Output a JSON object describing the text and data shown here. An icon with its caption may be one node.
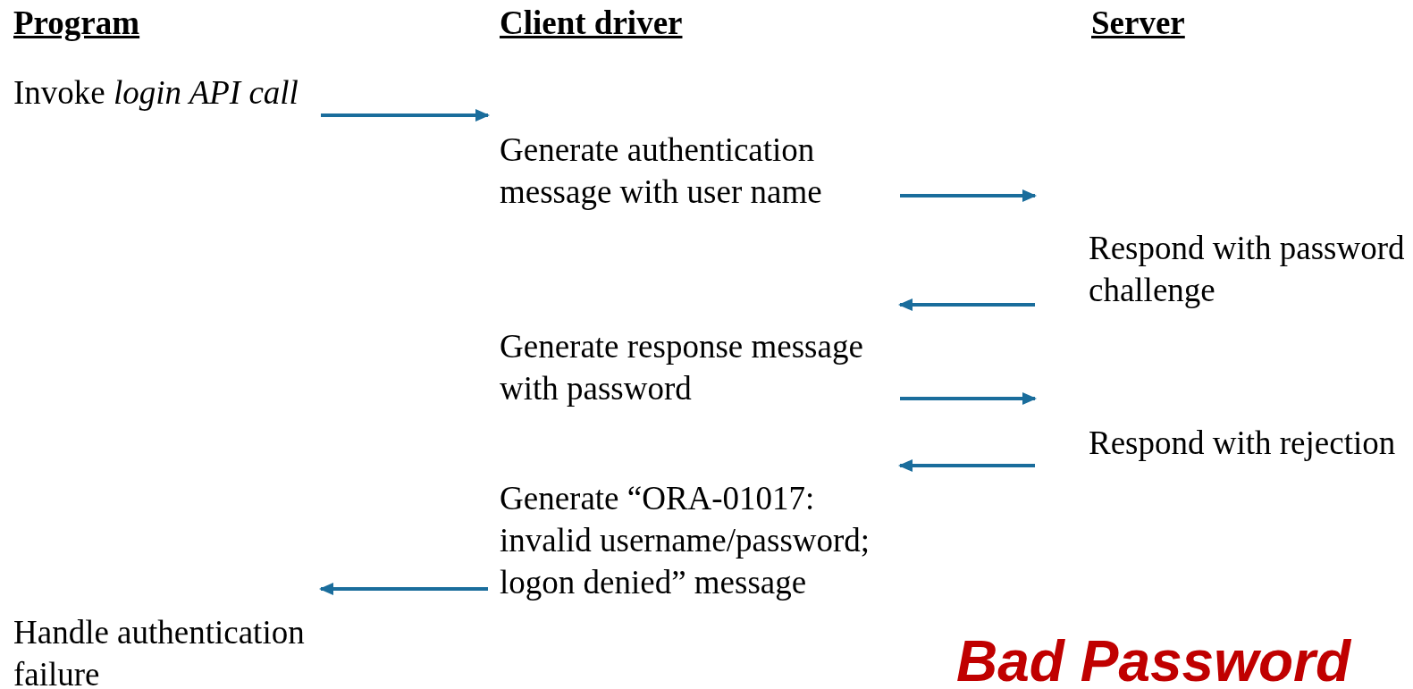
{
  "diagram": {
    "title": "Bad Password",
    "nodes": [
      {
        "text": [
          "Invoke *login API call*"
        ]
      },
      {
        "text": [
          "Generate authentication message with user name"
        ]
      },
      {
        "text": [
          "Respond with password challenge"
        ]
      },
      {
        "text": [
          "Generate response message with password"
        ]
      },
      {
        "text": [
          "Respond with rejection"
        ]
      },
      {
        "text": [
          "Generate “ORA-01017: invalid username/password; logon denied” message"
        ]
      },
      {
        "text": [
          "Handle authentication failure"
        ]
      }
    ],
    "edges": [
      {
        "from": 0,
        "to": 1,
        "arrow": "to"
      },
      {
        "from": 1,
        "to": 2,
        "arrow": "to"
      },
      {
        "from": 2,
        "to": 3,
        "arrow": "to"
      },
      {
        "from": 3,
        "to": 4,
        "arrow": "to"
      },
      {
        "from": 4,
        "to": 5,
        "arrow": "to"
      },
      {
        "from": 5,
        "to": 6,
        "arrow": "to"
      }
    ],
    "labels": [
      "Program",
      "Client driver",
      "Server"
    ]
  }
}
